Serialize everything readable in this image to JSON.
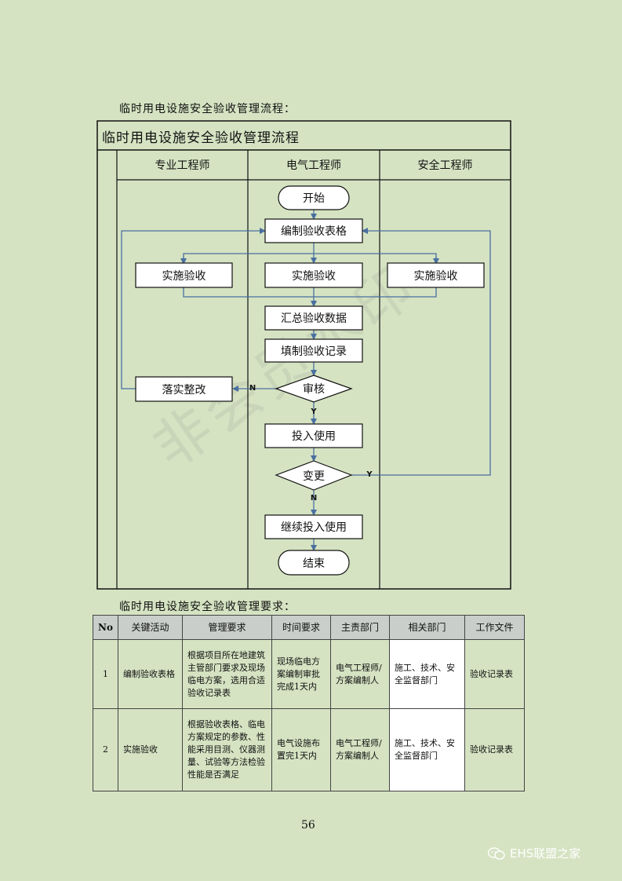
{
  "section1_heading": "临时用电设施安全验收管理流程：",
  "flowchart": {
    "title": "临时用电设施安全验收管理流程",
    "lanes": [
      "专业工程师",
      "电气工程师",
      "安全工程师"
    ],
    "nodes": {
      "start": "开始",
      "prepare_form": "编制验收表格",
      "implement_left": "实施验收",
      "implement_center": "实施验收",
      "implement_right": "实施验收",
      "summarize": "汇总验收数据",
      "fill_record": "填制验收记录",
      "review": "审核",
      "rectify": "落实整改",
      "put_into_use": "投入使用",
      "change": "变更",
      "continue_use": "继续投入使用",
      "end": "结束"
    },
    "edge_labels": {
      "review_no": "N",
      "review_yes": "Y",
      "change_yes": "Y",
      "change_no": "N"
    }
  },
  "section2_heading": "临时用电设施安全验收管理要求：",
  "requirements_table": {
    "headers": [
      "No",
      "关键活动",
      "管理要求",
      "时间要求",
      "主责部门",
      "相关部门",
      "工作文件"
    ],
    "rows": [
      {
        "no": "1",
        "activity": "编制验收表格",
        "requirement": "根据项目所在地建筑主管部门要求及现场临电方案，选用合适验收记录表",
        "time": "现场临电方案编制审批完成1天内",
        "owner": "电气工程师/方案编制人",
        "related": "施工、技术、安全监督部门",
        "document": "验收记录表"
      },
      {
        "no": "2",
        "activity": "实施验收",
        "requirement": "根据验收表格、临电方案规定的参数、性能采用目测、仪器测量、试验等方法检验性能是否满足",
        "time": "电气设施布置完1天内",
        "owner": "电气工程师/方案编制人",
        "related": "施工、技术、安全监督部门",
        "document": "验收记录表"
      }
    ]
  },
  "page_number": "56",
  "watermark": "非会员水印",
  "brand": "EHS联盟之家"
}
